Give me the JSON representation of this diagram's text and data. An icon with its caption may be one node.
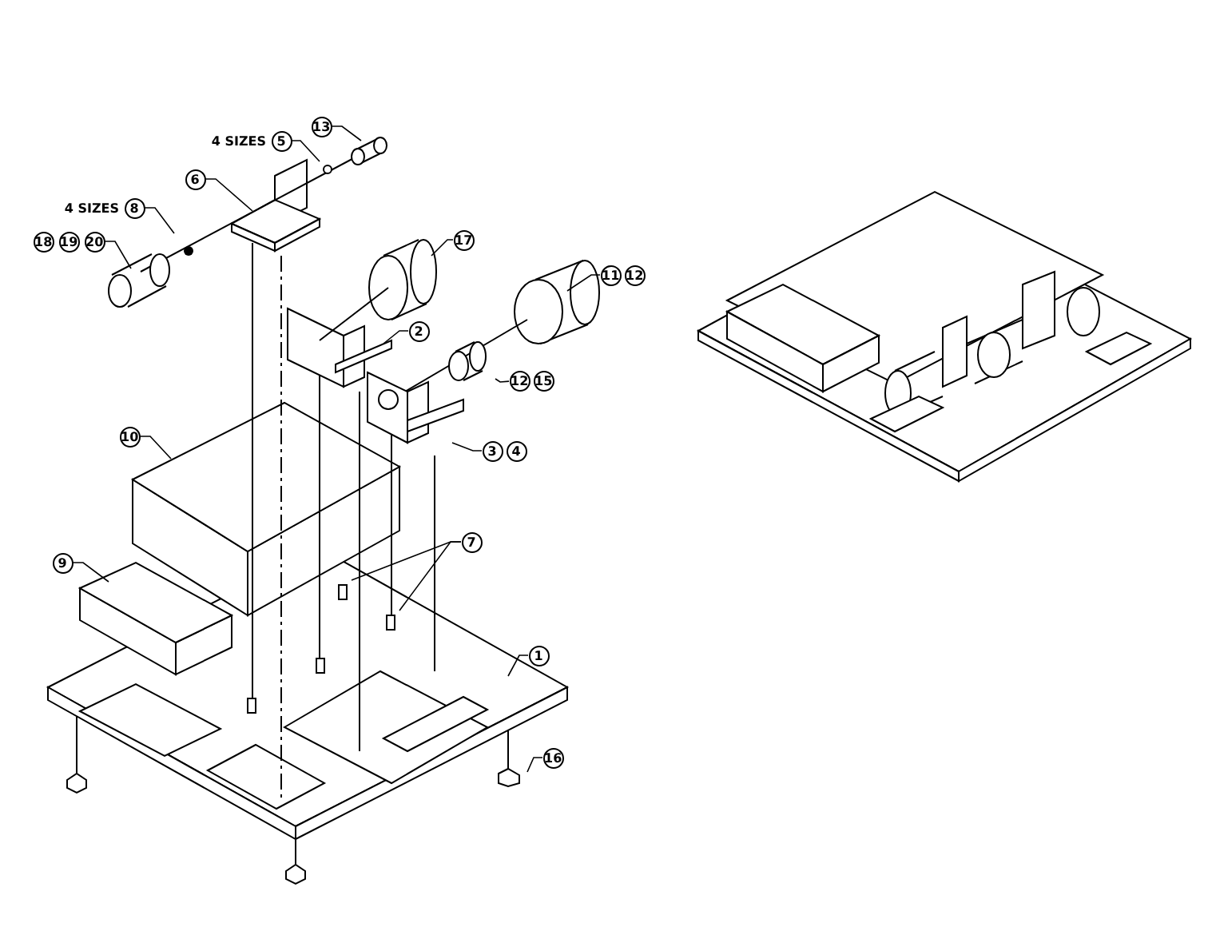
{
  "diagram": {
    "nodes": [
      {
        "text": [
          "13"
        ]
      },
      {
        "text": [
          "5"
        ],
        "beside": [
          "4 SIZES"
        ]
      },
      {
        "text": [
          "6"
        ]
      },
      {
        "text": [
          "8"
        ],
        "beside": [
          "4 SIZES"
        ]
      },
      {
        "text": [
          "18"
        ]
      },
      {
        "text": [
          "19"
        ]
      },
      {
        "text": [
          "20"
        ]
      },
      {
        "text": [
          "17"
        ]
      },
      {
        "text": [
          "11"
        ]
      },
      {
        "text": [
          "12"
        ]
      },
      {
        "text": [
          "2"
        ]
      },
      {
        "text": [
          "12"
        ]
      },
      {
        "text": [
          "15"
        ]
      },
      {
        "text": [
          "3"
        ]
      },
      {
        "text": [
          "4"
        ]
      },
      {
        "text": [
          "10"
        ]
      },
      {
        "text": [
          "9"
        ]
      },
      {
        "text": [
          "7"
        ]
      },
      {
        "text": [
          "1"
        ]
      },
      {
        "text": [
          "16"
        ]
      }
    ],
    "edges": [
      {
        "from": 0,
        "to": null,
        "arrow": "none"
      },
      {
        "from": 1,
        "to": null,
        "arrow": "none"
      },
      {
        "from": 2,
        "to": null,
        "arrow": "none"
      },
      {
        "from": 3,
        "to": null,
        "arrow": "none"
      },
      {
        "from": 6,
        "to": null,
        "arrow": "none"
      },
      {
        "from": 7,
        "to": null,
        "arrow": "none"
      },
      {
        "from": 8,
        "to": null,
        "arrow": "none"
      },
      {
        "from": 10,
        "to": null,
        "arrow": "none"
      },
      {
        "from": 11,
        "to": null,
        "arrow": "none"
      },
      {
        "from": 13,
        "to": null,
        "arrow": "none"
      },
      {
        "from": 15,
        "to": null,
        "arrow": "none"
      },
      {
        "from": 16,
        "to": null,
        "arrow": "none"
      },
      {
        "from": 17,
        "to": null,
        "arrow": "none"
      },
      {
        "from": 17,
        "to": null,
        "arrow": "none"
      },
      {
        "from": 18,
        "to": null,
        "arrow": "none"
      },
      {
        "from": 19,
        "to": null,
        "arrow": "none"
      }
    ]
  }
}
